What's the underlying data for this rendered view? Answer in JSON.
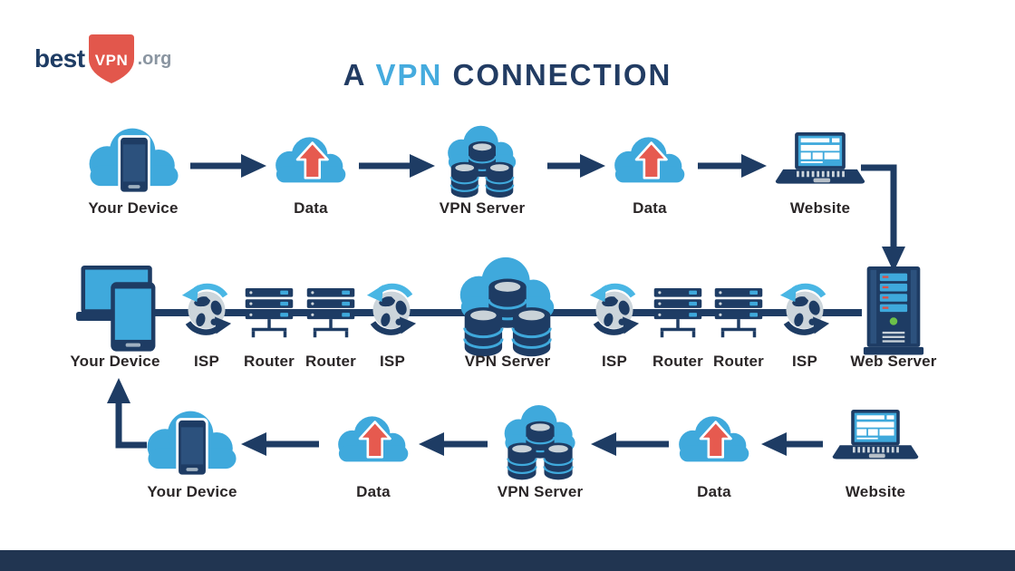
{
  "brand": {
    "best": "best",
    "vpn": "VPN",
    "org": ".org"
  },
  "title": {
    "a": "A",
    "vpn": "VPN",
    "connection": "CONNECTION"
  },
  "colors": {
    "navy": "#1e3c64",
    "sky": "#3fa9dc",
    "red_arrow": "#e65a4f",
    "shield_red": "#e2574c",
    "footer_bar": "#213551",
    "label_text": "#2a2627",
    "led_green": "#6cc04a"
  },
  "icons": [
    "shield-icon",
    "cloud-smartphone-icon",
    "cloud-upload-icon",
    "cloud-database-icon",
    "laptop-website-icon",
    "devices-combo-icon",
    "globe-sync-icon",
    "router-rack-icon",
    "server-tower-icon",
    "arrow-icon"
  ],
  "rows": {
    "top": {
      "labels": [
        "Your Device",
        "Data",
        "VPN Server",
        "Data",
        "Website"
      ]
    },
    "middle": {
      "labels": [
        "Your Device",
        "ISP",
        "Router",
        "Router",
        "ISP",
        "VPN Server",
        "ISP",
        "Router",
        "Router",
        "ISP",
        "Web Server"
      ]
    },
    "bottom": {
      "labels": [
        "Your Device",
        "Data",
        "VPN Server",
        "Data",
        "Website"
      ]
    }
  }
}
